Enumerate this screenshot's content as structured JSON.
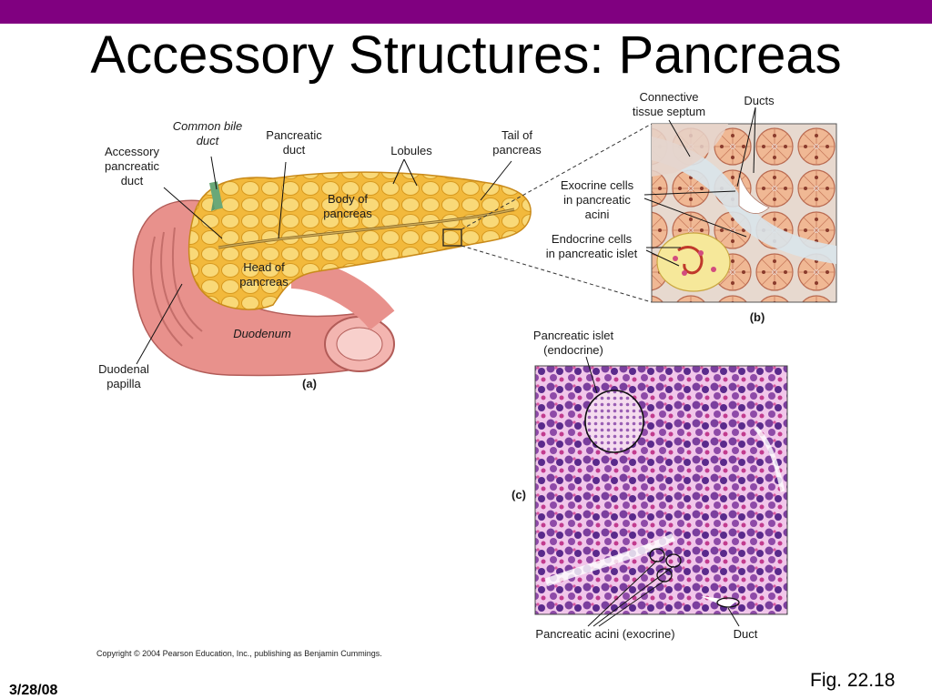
{
  "slide": {
    "title": "Accessory Structures: Pancreas",
    "date": "3/28/08",
    "figure_ref": "Fig. 22.18",
    "copyright": "Copyright © 2004 Pearson Education, Inc., publishing as Benjamin Cummings."
  },
  "panel_a": {
    "label": "(a)",
    "labels": {
      "common_bile_duct": "Common bile\nduct",
      "accessory_pancreatic_duct": "Accessory\npancreatic\nduct",
      "pancreatic_duct": "Pancreatic\nduct",
      "lobules": "Lobules",
      "tail": "Tail of\npancreas",
      "body": "Body of\npancreas",
      "head": "Head of\npancreas",
      "duodenum": "Duodenum",
      "duodenal_papilla": "Duodenal\npapilla"
    }
  },
  "panel_b": {
    "label": "(b)",
    "labels": {
      "septum": "Connective\ntissue septum",
      "ducts": "Ducts",
      "exocrine": "Exocrine cells\nin pancreatic\nacini",
      "endocrine": "Endocrine cells\nin pancreatic islet"
    }
  },
  "panel_c": {
    "label": "(c)",
    "labels": {
      "islet": "Pancreatic islet\n(endocrine)",
      "acini": "Pancreatic acini (exocrine)",
      "duct": "Duct"
    }
  },
  "colors": {
    "top_bar": "#800080",
    "pancreas": "#f4c24a",
    "duodenum": "#e48a86",
    "histology_bg": "#e8b4de",
    "histology_cells": "#5a2a8c"
  }
}
